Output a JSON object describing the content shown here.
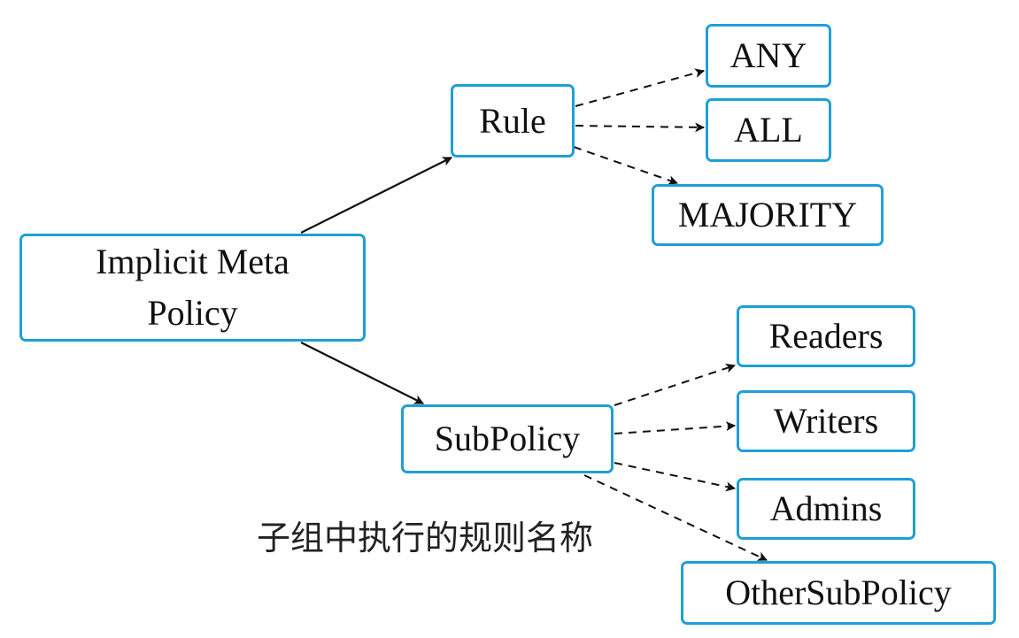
{
  "nodes": {
    "root": {
      "line1": "Implicit Meta",
      "line2": "Policy"
    },
    "rule": "Rule",
    "any": "ANY",
    "all": "ALL",
    "majority": "MAJORITY",
    "subpolicy": "SubPolicy",
    "readers": "Readers",
    "writers": "Writers",
    "admins": "Admins",
    "other_subpolicy": "OtherSubPolicy"
  },
  "caption": "子组中执行的规则名称",
  "colors": {
    "node_border": "#1f9fd6",
    "edge": "#111111",
    "text": "#111111"
  }
}
